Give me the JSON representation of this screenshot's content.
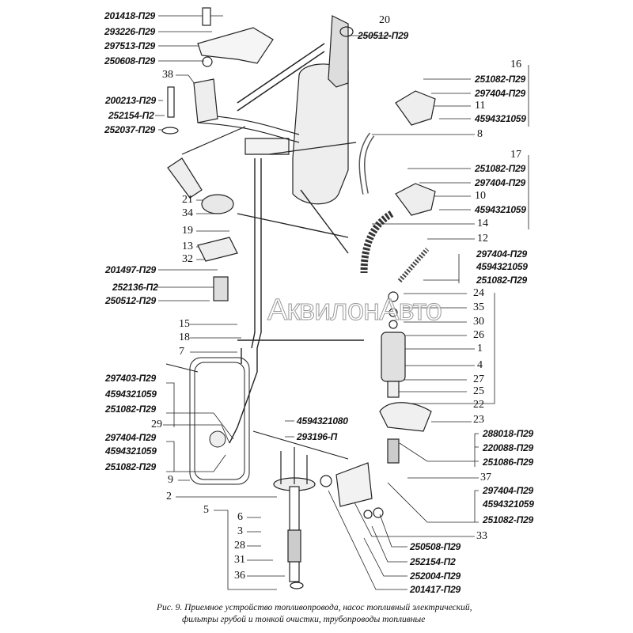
{
  "watermark": "АквилонАвто",
  "caption": {
    "line1": "Рис. 9. Приемное устройство топливопровода, насос топливный электрический,",
    "line2": "фильтры грубой и тонкой очистки, трубопроводы топливные"
  },
  "labels": {
    "l201418": "201418-П29",
    "l293226": "293226-П29",
    "l297513": "297513-П29",
    "l250608": "250608-П29",
    "n38": "38",
    "l200213": "200213-П29",
    "l252154a": "252154-П2",
    "l252037": "252037-П29",
    "n21": "21",
    "n34": "34",
    "n19": "19",
    "n13": "13",
    "n32": "32",
    "l201497": "201497-П29",
    "l252136": "252136-П2",
    "l250512a": "250512-П29",
    "n15": "15",
    "n18": "18",
    "n7": "7",
    "l297403": "297403-П29",
    "l4594321059a": "4594321059",
    "l251082a": "251082-П29",
    "n29": "29",
    "l297404a": "297404-П29",
    "l4594321059b": "4594321059",
    "l251082b": "251082-П29",
    "n9": "9",
    "n2": "2",
    "n5": "5",
    "n6": "6",
    "n3": "3",
    "n28": "28",
    "n31": "31",
    "n36": "36",
    "n20": "20",
    "l250512b": "250512-П29",
    "n16": "16",
    "l251082c": "251082-П29",
    "l297404b": "297404-П29",
    "n11": "11",
    "l4594321059c": "4594321059",
    "n8": "8",
    "n17": "17",
    "l251082d": "251082-П29",
    "l297404c": "297404-П29",
    "n10": "10",
    "l4594321059d": "4594321059",
    "n14": "14",
    "n12": "12",
    "l297404d": "297404-П29",
    "l4594321059e": "4594321059",
    "l251082e": "251082-П29",
    "n24": "24",
    "n35": "35",
    "n30": "30",
    "n26": "26",
    "n1": "1",
    "n4": "4",
    "n27": "27",
    "n25": "25",
    "n22": "22",
    "n23": "23",
    "l288018": "288018-П29",
    "l220088": "220088-П29",
    "l251086": "251086-П29",
    "n37": "37",
    "l297404e": "297404-П29",
    "l4594321059f": "4594321059",
    "l251082f": "251082-П29",
    "n33": "33",
    "l4594321080": "4594321080",
    "l293196": "293196-П",
    "l250508": "250508-П29",
    "l252154b": "252154-П2",
    "l252004": "252004-П29",
    "l201417": "201417-П29"
  }
}
